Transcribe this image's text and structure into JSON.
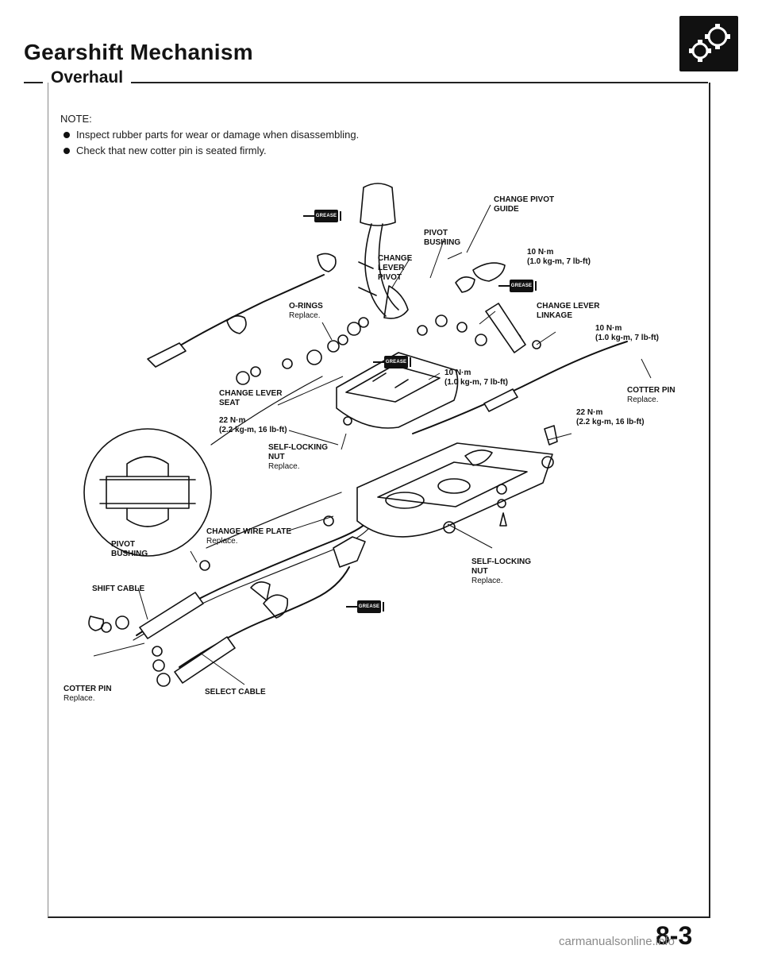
{
  "header": {
    "title": "Gearshift Mechanism",
    "section": "Overhaul",
    "logo_icon": "gear-shift-icon"
  },
  "note": {
    "heading": "NOTE:",
    "items": [
      "Inspect rubber parts for wear or damage when disassembling.",
      "Check that new cotter pin is seated firmly."
    ]
  },
  "diagram": {
    "grease_label": "GREASE",
    "labels": {
      "change_pivot_guide": [
        "CHANGE PIVOT",
        "GUIDE"
      ],
      "pivot_bushing_top": [
        "PIVOT",
        "BUSHING"
      ],
      "change_lever_pivot": [
        "CHANGE",
        "LEVER",
        "PIVOT"
      ],
      "o_rings": [
        "O-RINGS",
        "Replace."
      ],
      "change_lever_linkage": [
        "CHANGE LEVER",
        "LINKAGE"
      ],
      "change_lever_seat": [
        "CHANGE LEVER",
        "SEAT"
      ],
      "cotter_pin_right": [
        "COTTER PIN",
        "Replace."
      ],
      "self_locking_nut_center": [
        "SELF-LOCKING",
        "NUT",
        "Replace."
      ],
      "change_wire_plate": [
        "CHANGE WIRE PLATE",
        "Replace."
      ],
      "pivot_bushing_inset": [
        "PIVOT",
        "BUSHING"
      ],
      "self_locking_nut_right": [
        "SELF-LOCKING",
        "NUT",
        "Replace."
      ],
      "shift_cable": "SHIFT CABLE",
      "cotter_pin_left": [
        "COTTER PIN",
        "Replace."
      ],
      "select_cable": "SELECT CABLE"
    },
    "torques": {
      "t1": [
        "10 N·m",
        "(1.0 kg-m, 7 lb-ft)"
      ],
      "t2": [
        "10 N·m",
        "(1.0 kg-m, 7 lb-ft)"
      ],
      "t3": [
        "10 N·m",
        "(1.0 kg-m, 7 lb-ft)"
      ],
      "t4": [
        "22 N·m",
        "(2.2 kg-m, 16 lb-ft)"
      ],
      "t5": [
        "22 N·m",
        "(2.2 kg-m, 16 lb-ft)"
      ]
    }
  },
  "footer": {
    "page_number": "8-3",
    "watermark": "carmanualsonline.info"
  }
}
